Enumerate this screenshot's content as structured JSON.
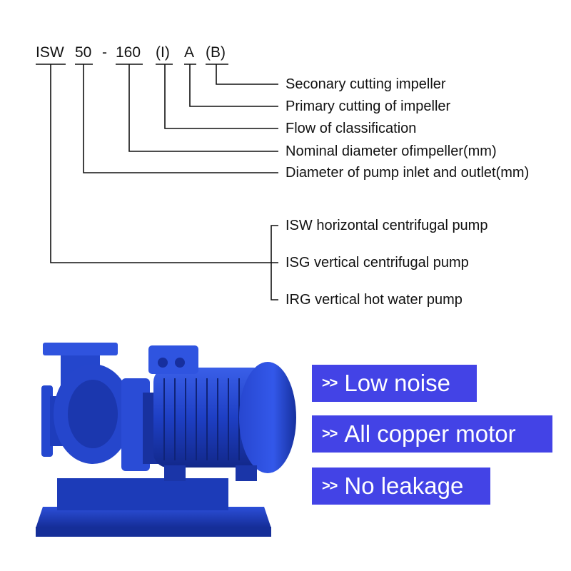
{
  "model_code": {
    "parts": [
      "ISW",
      "50",
      "-",
      "160",
      "(I)",
      "A",
      "(B)"
    ]
  },
  "explanations": [
    "Seconary cutting impeller",
    "Primary cutting of impeller",
    "Flow of classification",
    "Nominal diameter ofimpeller(mm)",
    "Diameter of pump inlet and outlet(mm)"
  ],
  "pump_types": [
    "ISW horizontal centrifugal pump",
    "ISG vertical centrifugal pump",
    "IRG vertical hot water pump"
  ],
  "features": {
    "arrow": ">>",
    "items": [
      "Low noise",
      "All copper motor",
      "No leakage"
    ]
  },
  "colors": {
    "badge_bg": "#4343e6",
    "pump_blue": "#1f3fbf"
  }
}
